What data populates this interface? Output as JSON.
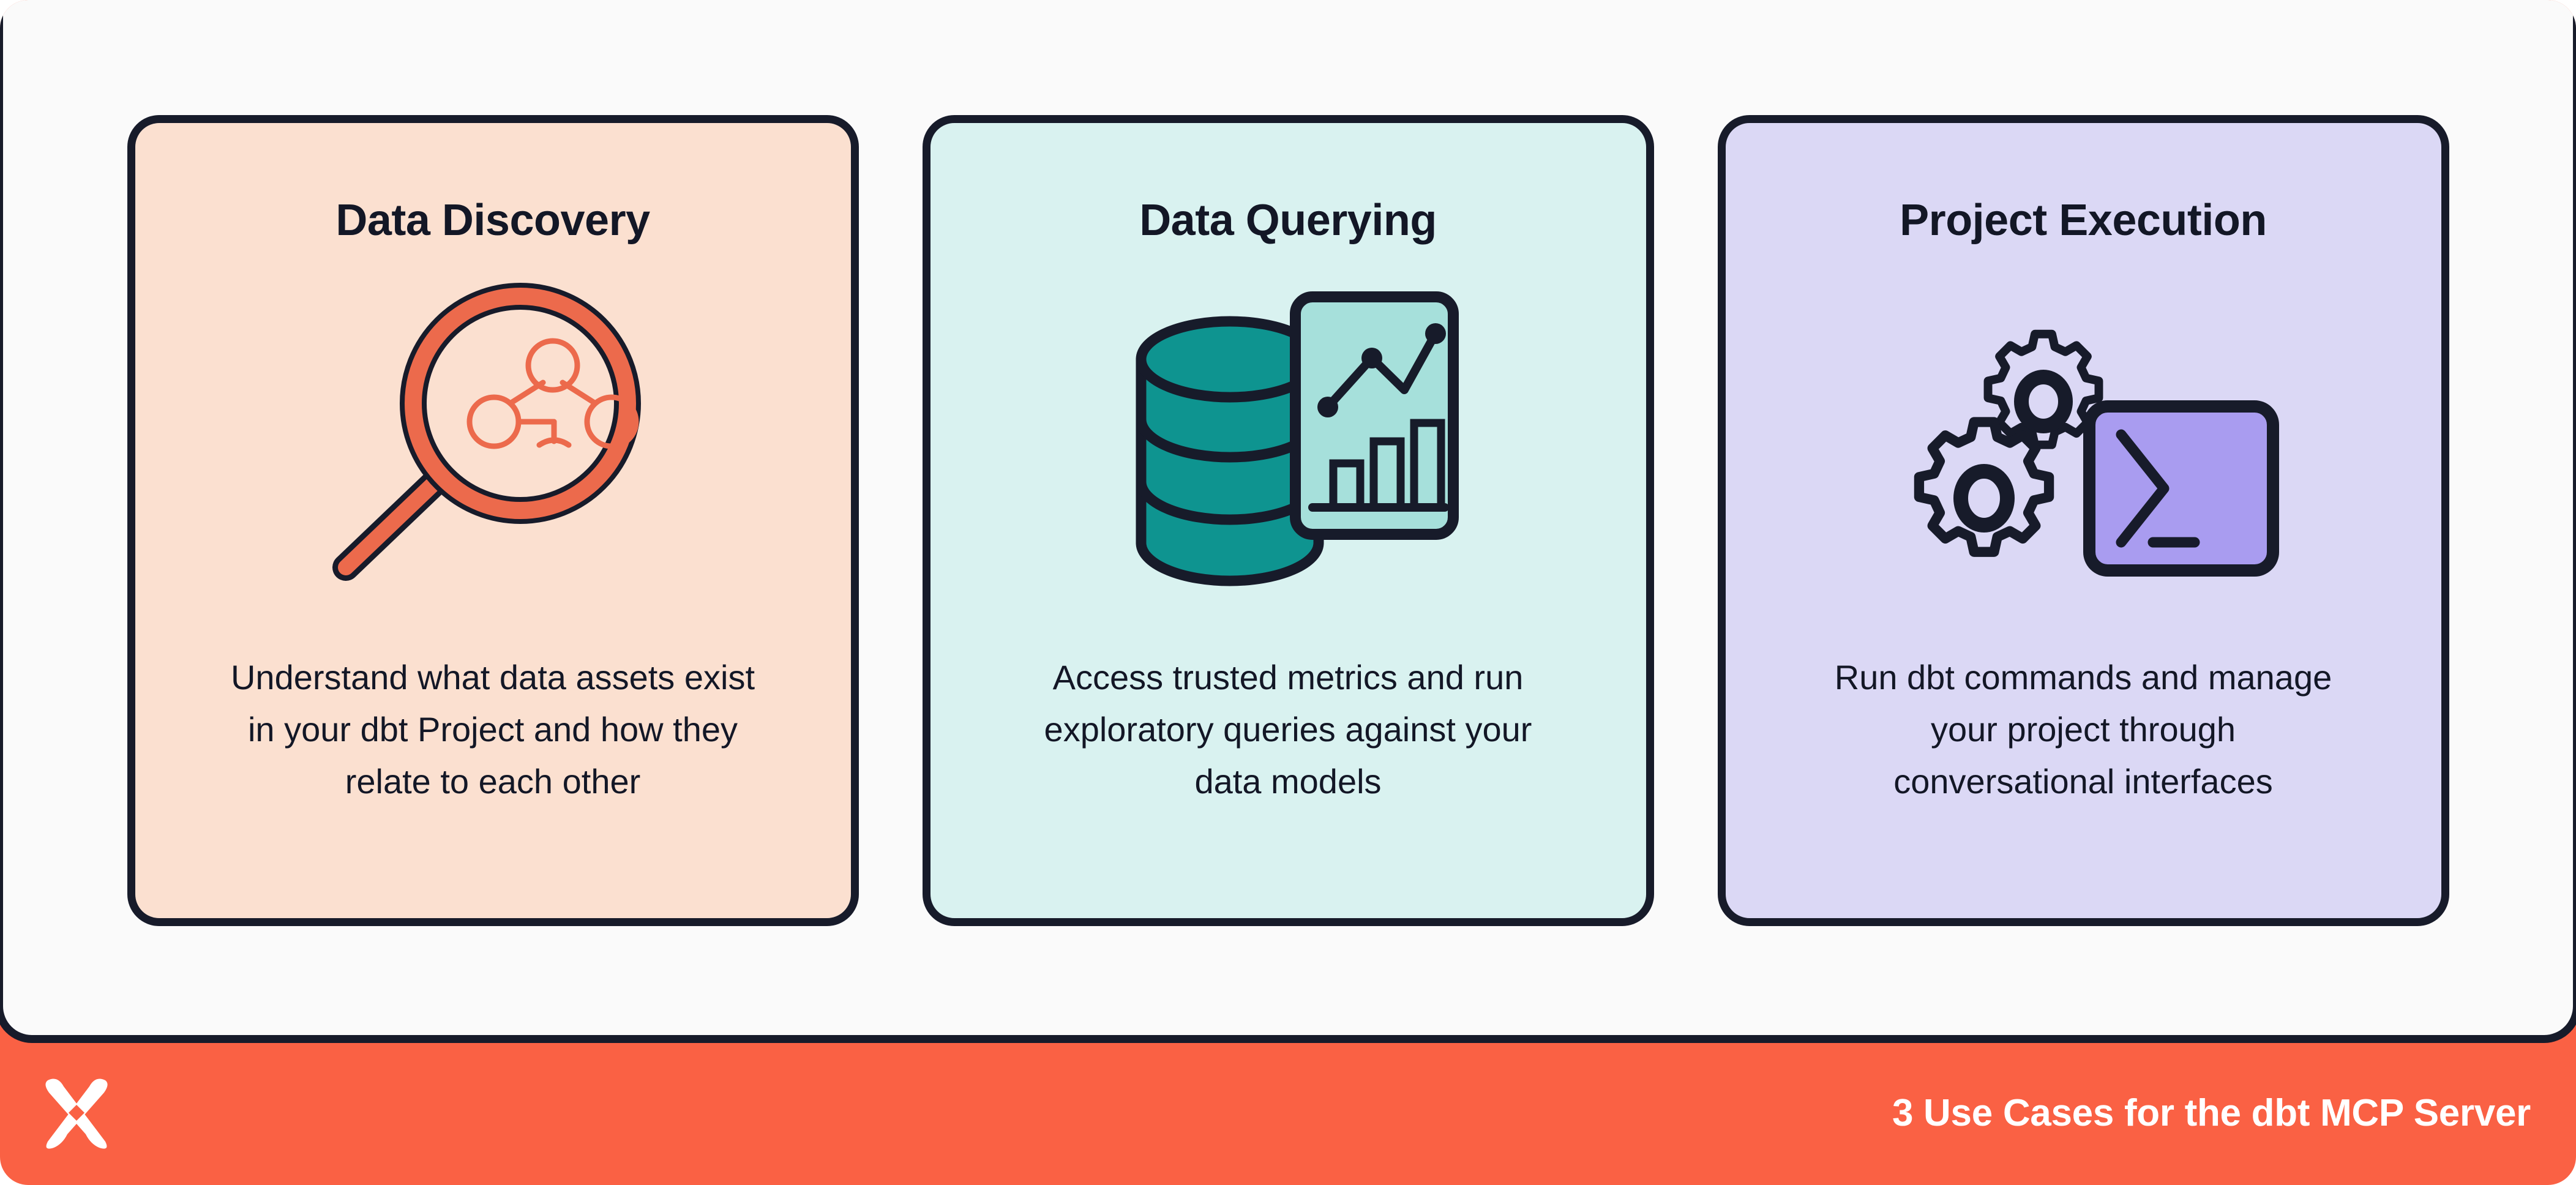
{
  "poster": {
    "background_color": "#FA6144",
    "panel_color": "#FAFAFA",
    "outline_color": "#171B2A"
  },
  "cards": [
    {
      "title": "Data Discovery",
      "body": "Understand what data assets exist\nin your dbt Project and how they\nrelate to each other",
      "icon": "magnifier-lineage-icon",
      "background_color": "#FBE0D0",
      "accent_color": "#EC6A4C"
    },
    {
      "title": "Data Querying",
      "body": "Access trusted metrics and run\nexploratory queries against your\ndata models",
      "icon": "database-chart-icon",
      "background_color": "#D9F2F0",
      "accent_color": "#0E9490"
    },
    {
      "title": "Project Execution",
      "body": "Run dbt commands and manage\nyour project through\nconversational interfaces",
      "icon": "gears-terminal-icon",
      "background_color": "#DBD8F5",
      "accent_color": "#A99CF0"
    }
  ],
  "footer": {
    "logo": "dbt-logo-icon",
    "text": "3 Use Cases for the dbt MCP Server",
    "background_color": "#FA6144",
    "text_color": "#FFFFFF"
  }
}
